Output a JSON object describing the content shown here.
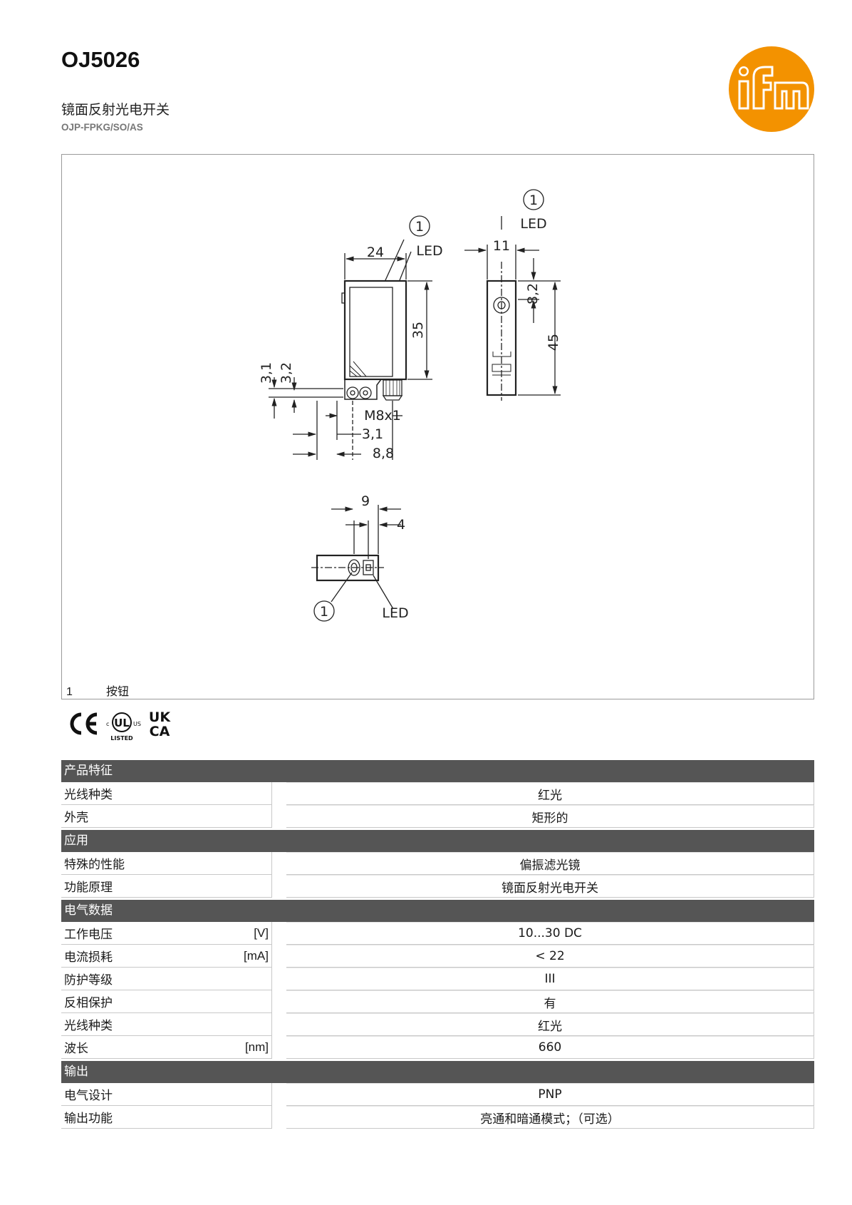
{
  "header": {
    "product_code": "OJ5026",
    "product_name": "镜面反射光电开关",
    "product_type": "OJP-FPKG/SO/AS",
    "logo_text": "ifm",
    "logo_color": "#f39200"
  },
  "drawing": {
    "labels": {
      "led": "LED",
      "callout": "1",
      "d24": "24",
      "d35": "35",
      "d31_top": "3,1",
      "d32": "3,2",
      "thread": "M8x1",
      "d31_bottom": "3,1",
      "d88": "8,8",
      "d11": "11",
      "d82": "8,2",
      "d45": "45",
      "d9": "9",
      "d4": "4"
    },
    "legend": {
      "number": "1",
      "text": "按钮"
    }
  },
  "certifications": [
    "CE",
    "cULus LISTED",
    "UKCA"
  ],
  "spec_sections": [
    {
      "title": "产品特征",
      "rows": [
        {
          "label": "光线种类",
          "unit": "",
          "value": "红光"
        },
        {
          "label": "外壳",
          "unit": "",
          "value": "矩形的"
        }
      ]
    },
    {
      "title": "应用",
      "rows": [
        {
          "label": "特殊的性能",
          "unit": "",
          "value": "偏振滤光镜"
        },
        {
          "label": "功能原理",
          "unit": "",
          "value": "镜面反射光电开关"
        }
      ]
    },
    {
      "title": "电气数据",
      "rows": [
        {
          "label": "工作电压",
          "unit": "[V]",
          "value": "10...30 DC"
        },
        {
          "label": "电流损耗",
          "unit": "[mA]",
          "value": "< 22"
        },
        {
          "label": "防护等级",
          "unit": "",
          "value": "III"
        },
        {
          "label": "反相保护",
          "unit": "",
          "value": "有"
        },
        {
          "label": "光线种类",
          "unit": "",
          "value": "红光"
        },
        {
          "label": "波长",
          "unit": "[nm]",
          "value": "660"
        }
      ]
    },
    {
      "title": "输出",
      "rows": [
        {
          "label": "电气设计",
          "unit": "",
          "value": "PNP"
        },
        {
          "label": "输出功能",
          "unit": "",
          "value": "亮通和暗通模式；（可选）"
        }
      ]
    }
  ]
}
